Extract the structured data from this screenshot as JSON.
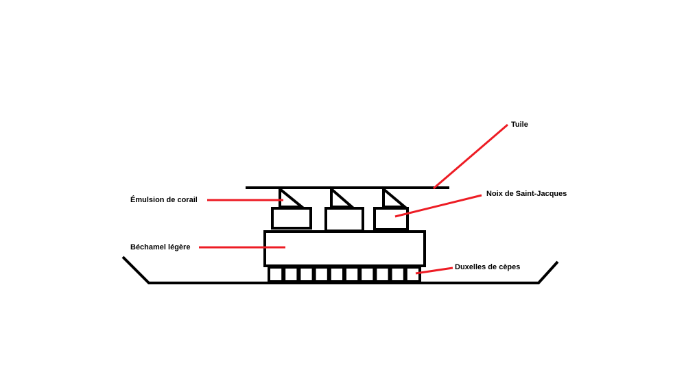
{
  "labels": {
    "tuile": "Tuile",
    "emulsion": "Émulsion de corail",
    "noix": "Noix de Saint-Jacques",
    "bechamel": "Béchamel légère",
    "duxelles": "Duxelles de cèpes"
  },
  "colors": {
    "stroke": "#000000",
    "leader": "#ed1c24"
  }
}
